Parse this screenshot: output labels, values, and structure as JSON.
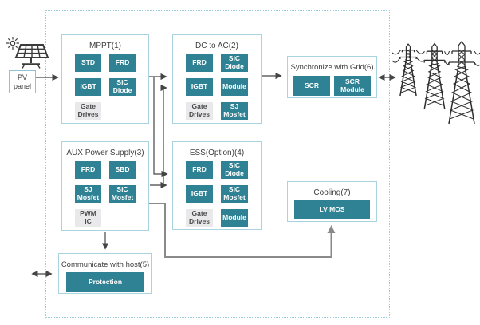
{
  "pv": {
    "label": "PV panel"
  },
  "blocks": {
    "mppt": {
      "title": "MPPT(1)",
      "buttons": [
        {
          "label": "STD"
        },
        {
          "label": "FRD"
        },
        {
          "label": "IGBT"
        },
        {
          "label": "SiC Diode"
        },
        {
          "label": "Gate Drives",
          "gray": true
        }
      ]
    },
    "dc_ac": {
      "title": "DC to AC(2)",
      "buttons": [
        {
          "label": "FRD"
        },
        {
          "label": "SiC Diode"
        },
        {
          "label": "IGBT"
        },
        {
          "label": "Module"
        },
        {
          "label": "Gate Drives",
          "gray": true
        },
        {
          "label": "SJ Mosfet"
        }
      ]
    },
    "aux": {
      "title": "AUX Power Supply(3)",
      "buttons": [
        {
          "label": "FRD"
        },
        {
          "label": "SBD"
        },
        {
          "label": "SJ Mosfet"
        },
        {
          "label": "SiC Mosfet"
        },
        {
          "label": "PWM IC",
          "gray": true
        }
      ]
    },
    "ess": {
      "title": "ESS(Option)(4)",
      "buttons": [
        {
          "label": "FRD"
        },
        {
          "label": "SiC Diode"
        },
        {
          "label": "IGBT"
        },
        {
          "label": "SiC Mosfet"
        },
        {
          "label": "Gate Drives",
          "gray": true
        },
        {
          "label": "Module"
        }
      ]
    },
    "host": {
      "title": "Communicate with host(5)",
      "buttons": [
        {
          "label": "Protection"
        }
      ]
    },
    "sync": {
      "title": "Synchronize with Grid(6)",
      "buttons": [
        {
          "label": "SCR"
        },
        {
          "label": "SCR Module"
        }
      ]
    },
    "cooling": {
      "title": "Cooling(7)",
      "buttons": [
        {
          "label": "LV MOS"
        }
      ]
    }
  },
  "icons": {
    "sun": "sun-icon",
    "solar_panel": "solar-panel-icon",
    "grid": "transmission-towers-icon"
  },
  "colors": {
    "teal": "#2E8294",
    "chip_gray": "#E9E9EC",
    "chip_gray_text": "#4A4A4A",
    "block_border": "#A9D3DF",
    "boundary_dotted": "#9ECDDF",
    "connector": "#454545",
    "cooling_connector": "#8A8A8A",
    "title_text": "#3E3E3E"
  }
}
